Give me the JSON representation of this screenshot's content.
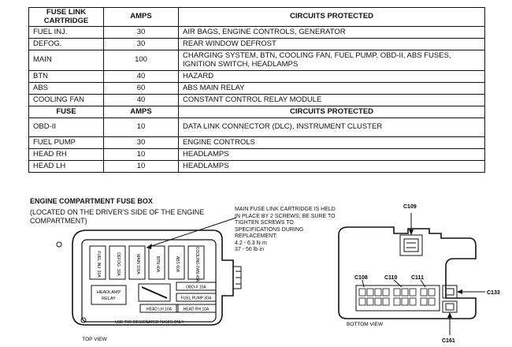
{
  "table": {
    "section1_headers": [
      "FUSE LINK CARTRIDGE",
      "AMPS",
      "CIRCUITS PROTECTED"
    ],
    "section1_rows": [
      {
        "name": "FUEL INJ.",
        "amps": "30",
        "circuits": "AIR BAGS, ENGINE CONTROLS, GENERATOR"
      },
      {
        "name": "DEFOG.",
        "amps": "30",
        "circuits": "REAR WINDOW DEFROST"
      },
      {
        "name": "MAIN",
        "amps": "100",
        "circuits": "CHARGING SYSTEM, BTN, COOLING FAN, FUEL PUMP, OBD-II, ABS FUSES, IGNITION SWITCH, HEADLAMPS"
      },
      {
        "name": "BTN",
        "amps": "40",
        "circuits": "HAZARD"
      },
      {
        "name": "ABS",
        "amps": "60",
        "circuits": "ABS MAIN RELAY"
      },
      {
        "name": "COOLING FAN",
        "amps": "40",
        "circuits": "CONSTANT CONTROL RELAY MODULE"
      }
    ],
    "section2_headers": [
      "FUSE",
      "AMPS",
      "CIRCUITS PROTECTED"
    ],
    "section2_rows": [
      {
        "name": "OBD-II",
        "amps": "10",
        "circuits": "DATA LINK CONNECTOR (DLC), INSTRUMENT CLUSTER"
      },
      {
        "name": "FUEL PUMP",
        "amps": "30",
        "circuits": "ENGINE CONTROLS"
      },
      {
        "name": "HEAD RH",
        "amps": "10",
        "circuits": "HEADLAMPS"
      },
      {
        "name": "HEAD LH",
        "amps": "10",
        "circuits": "HEADLAMPS"
      }
    ]
  },
  "diagram": {
    "title": "ENGINE COMPARTMENT FUSE BOX",
    "subtitle": "(LOCATED ON THE DRIVER'S SIDE OF THE ENGINE COMPARTMENT)",
    "note": "MAIN FUSE LINK CARTRIDGE IS HELD IN PLACE BY 2 SCREWS; BE SURE TO TIGHTEN SCREWS TO SPECIFICATIONS DURING REPLACEMENT:",
    "torque_nm": "4.2 - 6.3 N·m",
    "torque_lb": "37 - 56 lb·in",
    "cartridges": [
      "FUEL INJ. 30A",
      "DEFOG. 30A",
      "MAIN 100A",
      "BTN 40A",
      "ABS 60A",
      "COOLING FAN 40A"
    ],
    "relay_label": "HEADLAMP RELAY",
    "fuses": [
      "OBD-II 10A",
      "FUEL PUMP 30A",
      "HEAD LH 10A",
      "HEAD RH 10A"
    ],
    "use_note": "USE THE DESIGNATED FUSES ONLY",
    "top_view": "TOP VIEW",
    "bottom_view": "BOTTOM VIEW",
    "connectors": [
      "C109",
      "C108",
      "C110",
      "C111",
      "C133",
      "C161"
    ]
  }
}
